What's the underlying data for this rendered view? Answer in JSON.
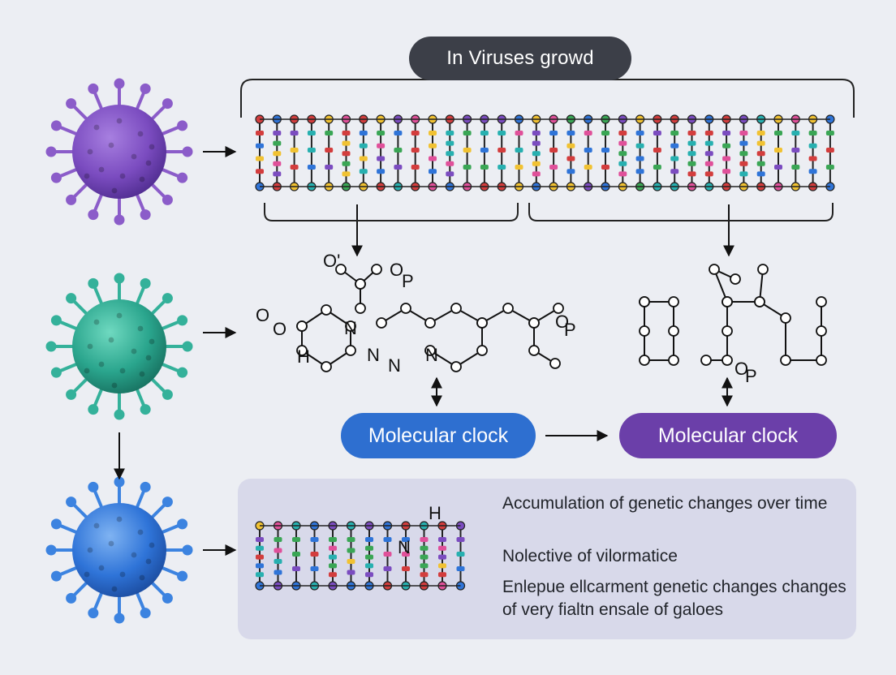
{
  "title": "In Viruses growd",
  "clock_label_left": "Molecular clock",
  "clock_label_right": "Molecular clock",
  "info": {
    "line1": "Accumulation of genetic changes over time",
    "line2": "Nolective of vilormatice",
    "line3": "Enlepue ellcarment genetic changes changes of very fialtn ensale of galoes"
  },
  "chem_labels": {
    "o_top": "O'",
    "op_top": "P",
    "o_left": "O",
    "o_left2": "O",
    "n1": "N",
    "h1": "H",
    "n2": "N",
    "n3": "N",
    "p_right": "P",
    "p_mid": "P",
    "h_bottom": "H",
    "n_bottom": "N"
  },
  "colors": {
    "virus_purple": "#7b4cc0",
    "virus_teal": "#2aa58d",
    "virus_blue": "#2f74d8",
    "clock_blue": "#2e6fd0",
    "clock_purple": "#6b3fa9",
    "title_bg": "#3c3f48",
    "panel_bg": "#d8d9ea"
  }
}
